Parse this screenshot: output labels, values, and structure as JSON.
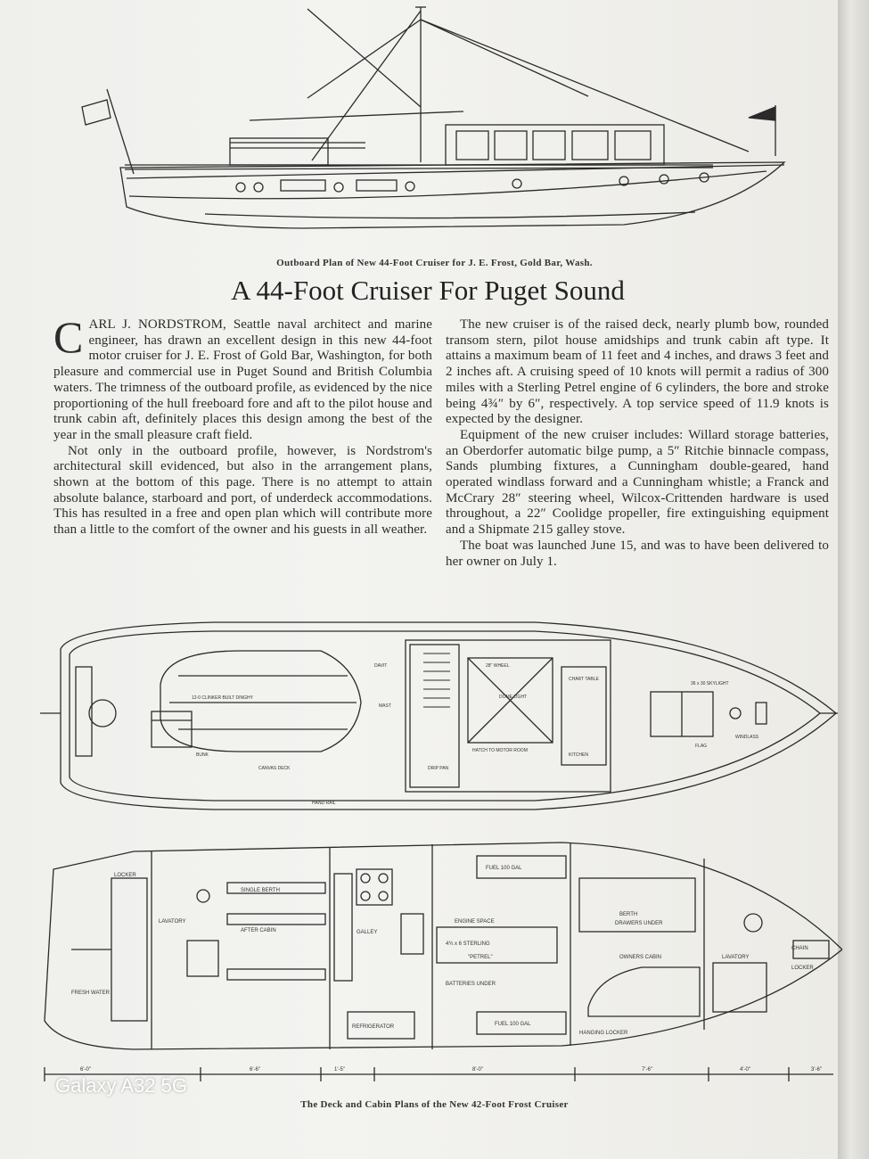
{
  "captions": {
    "top": "Outboard Plan of New 44-Foot Cruiser for J. E. Frost, Gold Bar, Wash.",
    "bottom": "The Deck and Cabin Plans of the New 42-Foot Frost Cruiser"
  },
  "article": {
    "title": "A 44-Foot Cruiser For Puget Sound",
    "dropcap": "C",
    "lead": "ARL J. NORDSTROM, Seattle naval architect and marine engineer, has drawn an excellent design in this new 44-foot motor cruiser for J. E. Frost of Gold Bar, Washington, for both pleasure and commercial use in Puget Sound and British Columbia waters. The trimness of the outboard profile, as evidenced by the nice proportioning of the hull freeboard fore and aft to the pilot house and trunk cabin aft, definitely places this design among the best of the year in the small pleasure craft field.",
    "p2": "Not only in the outboard profile, however, is Nordstrom's architectural skill evidenced, but also in the arrangement plans, shown at the bottom of this page. There is no attempt to attain absolute balance, starboard and port, of underdeck accommodations. This has resulted in a free and open plan which will contribute more than a little to the comfort of the owner and his guests in all weather.",
    "p3": "The new cruiser is of the raised deck, nearly plumb bow, rounded transom stern, pilot house amidships and trunk cabin aft type. It attains a maximum beam of 11 feet and 4 inches, and draws 3 feet and 2 inches aft. A cruising speed of 10 knots will permit a radius of 300 miles with a Sterling Petrel engine of 6 cylinders, the bore and stroke being 4¾″ by 6″, respectively. A top service speed of 11.9 knots is expected by the designer.",
    "p4": "Equipment of the new cruiser includes: Willard storage batteries, an Oberdorfer automatic bilge pump, a 5″ Ritchie binnacle compass, Sands plumbing fixtures, a Cunningham double-geared, hand operated windlass forward and a Cunningham whistle; a Franck and McCrary 28″ steering wheel, Wilcox-Crittenden hardware is used throughout, a 22″ Coolidge propeller, fire extinguishing equipment and a Shipmate 215 galley stove.",
    "p5": "The boat was launched June 15, and was to have been delivered to her owner on July 1."
  },
  "deck_plan": {
    "dinghy": "12-0 CLINKER BUILT DINGHY",
    "mast": "MAST",
    "canvas": "CANVAS DECK",
    "hatch": "HATCH TO MOTOR ROOM",
    "wheel": "28\" WHEEL",
    "chart": "CHART TABLE",
    "skylight": "36 x 30 SKYLIGHT",
    "windlass": "WINDLASS",
    "dome": "DOME LIGHT",
    "davit": "DAVIT",
    "drip": "DRIP PAN",
    "kitchen": "KITCHEN",
    "hand_rail": "HAND RAIL",
    "bunk": "BUNK",
    "flag": "FLAG"
  },
  "cabin_plan": {
    "locker": "LOCKER",
    "lavatory": "LAVATORY",
    "single_berth": "SINGLE BERTH",
    "after_cabin": "AFTER CABIN",
    "galley": "GALLEY",
    "engine_space": "ENGINE SPACE",
    "engine": "4¾ x 6 STERLING",
    "petrel": "\"PETREL\"",
    "fuel1": "FUEL 100 GAL",
    "fuel2": "FUEL 100 GAL",
    "berth": "BERTH",
    "drawers": "DRAWERS UNDER",
    "owners": "OWNERS CABIN",
    "lav2": "LAVATORY",
    "chain": "CHAIN",
    "chain_locker": "LOCKER",
    "refrigerator": "REFRIGERATOR",
    "batteries": "BATTERIES UNDER",
    "water": "FRESH WATER",
    "hanging": "HANGING LOCKER",
    "dims": [
      "6'-0\"",
      "6'-6\"",
      "1'-5\"",
      "8'-0\"",
      "7'-6\"",
      "4'-0\"",
      "3'-6\""
    ]
  },
  "watermark": "Galaxy A32 5G"
}
